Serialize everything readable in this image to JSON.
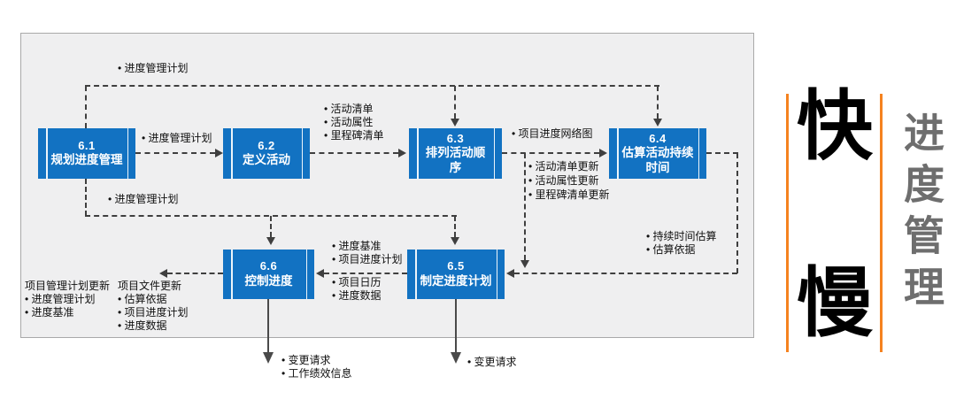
{
  "colors": {
    "box": "#1272c2",
    "panel_bg": "#efeff0",
    "panel_border": "#a9a9a9",
    "line": "#3f3f3f",
    "solid": "#4a4a4a",
    "orange": "#f5821f",
    "side_text": "#6e6e6e",
    "ink": "#111111"
  },
  "boxes": {
    "b61": {
      "number": "6.1",
      "title": "规划进度管理"
    },
    "b62": {
      "number": "6.2",
      "title": "定义活动"
    },
    "b63": {
      "number": "6.3",
      "title": "排列活动顺序"
    },
    "b64": {
      "number": "6.4",
      "title": "估算活动持续时间"
    },
    "b65": {
      "number": "6.5",
      "title": "制定进度计划"
    },
    "b66": {
      "number": "6.6",
      "title": "控制进度"
    }
  },
  "labels": {
    "top_plan": "• 进度管理计划",
    "plan_61_62": "• 进度管理计划",
    "out_62": [
      "• 活动清单",
      "• 活动属性",
      "• 里程碑清单"
    ],
    "network": "• 项目进度网络图",
    "out_63": [
      "• 活动清单更新",
      "• 活动属性更新",
      "• 里程碑清单更新"
    ],
    "out_64": [
      "• 持续时间估算",
      "• 估算依据"
    ],
    "plan_lower": "• 进度管理计划",
    "in_66_top": [
      "• 进度基准",
      "• 项目进度计划"
    ],
    "in_66_bottom": [
      "• 项目日历",
      "• 进度数据"
    ],
    "pm_updates_header": "项目管理计划更新",
    "pm_updates": [
      "• 进度管理计划",
      "• 进度基准"
    ],
    "doc_updates_header": "项目文件更新",
    "doc_updates": [
      "• 估算依据",
      "• 项目进度计划",
      "• 进度数据"
    ],
    "out_66_bottom": [
      "• 变更请求",
      "• 工作绩效信息"
    ],
    "out_65_bottom": [
      "• 变更请求"
    ]
  },
  "side": {
    "fast": "快",
    "slow": "慢",
    "vertical_title": "进度管理"
  }
}
